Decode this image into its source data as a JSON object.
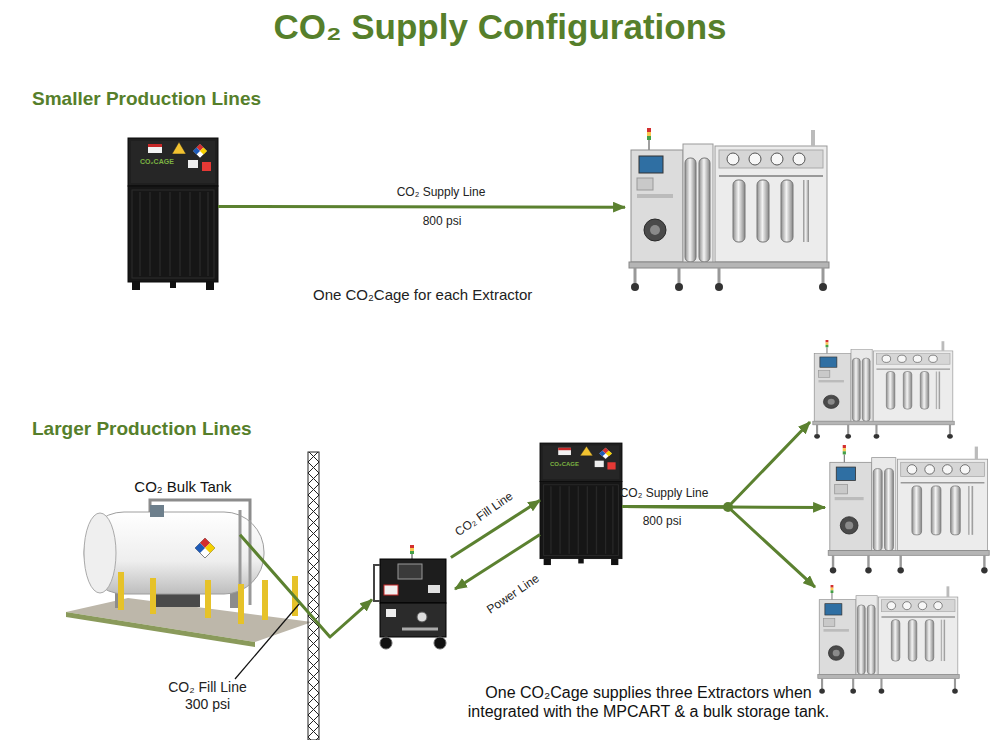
{
  "diagram": {
    "title": "CO₂ Supply Configurations",
    "nodes": [
      {
        "text": [
          "CO₂CAGE"
        ]
      },
      {
        "text": []
      },
      {
        "text": [
          "CO₂ Bulk Tank"
        ]
      },
      {
        "text": []
      },
      {
        "text": [
          "CO₂CAGE"
        ]
      },
      {
        "text": []
      },
      {
        "text": []
      },
      {
        "text": []
      }
    ],
    "edges": [
      {
        "from": 0,
        "to": 1,
        "arrow": "to",
        "label": "CO₂ Supply Line"
      },
      {
        "from": 2,
        "to": 3,
        "arrow": "to"
      },
      {
        "from": 3,
        "to": 4,
        "arrow": "to",
        "label": "CO₂ Fill Line"
      },
      {
        "from": 4,
        "to": 3,
        "arrow": "to",
        "label": "Power Line"
      },
      {
        "from": 4,
        "to": 5,
        "arrow": "to",
        "label": "CO₂ Supply Line"
      },
      {
        "from": 4,
        "to": 6,
        "arrow": "to"
      },
      {
        "from": 4,
        "to": 7,
        "arrow": "to"
      }
    ],
    "labels": [
      "Smaller Production Lines",
      "800 psi",
      "One CO₂Cage for each Extractor",
      "Larger Production Lines",
      "CO₂ Fill Line 300 psi",
      "800 psi",
      "One CO₂Cage supplies three Extractors when integrated with the MPCART & a bulk storage tank."
    ]
  }
}
